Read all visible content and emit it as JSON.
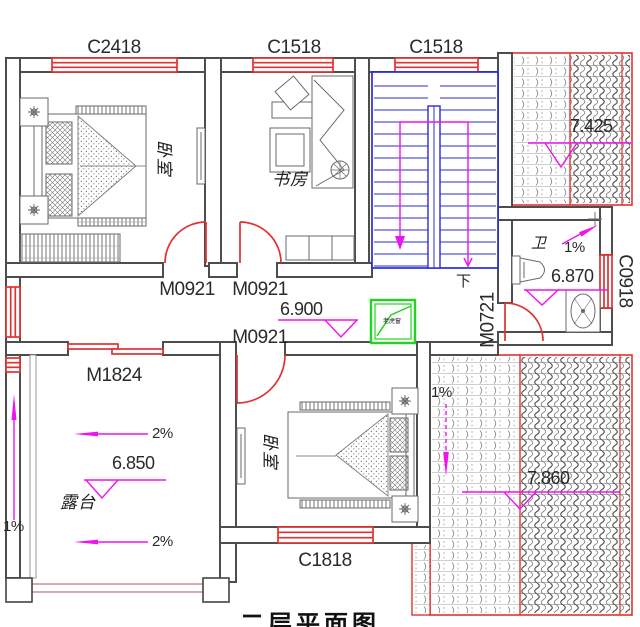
{
  "title": {
    "text": "二层平面图"
  },
  "rooms": {
    "bedroom1": "卧室",
    "study": "书房",
    "bedroom2": "卧室",
    "terrace": "露台",
    "bathroom": "卫"
  },
  "windows": {
    "c2418": "C2418",
    "c1518_study": "C1518",
    "c1518_stair": "C1518",
    "c1818": "C1818",
    "c0918": "C0918"
  },
  "doors": {
    "m0921_bedroom1": "M0921",
    "m0921_study": "M0921",
    "m0921_bedroom2": "M0921",
    "m1824_terrace": "M1824",
    "m0721_bath": "M0721"
  },
  "elevations": {
    "roof_upper": "7.425",
    "hallway": "6.900",
    "bathroom": "6.870",
    "terrace": "6.850",
    "roof_lower": "7.860"
  },
  "slopes": {
    "terrace_upper": "2%",
    "terrace_lower": "2%",
    "terrace_left": "1%",
    "roof_lower": "1%",
    "bathroom": "1%"
  },
  "stairs": {
    "down_label": "下"
  },
  "vent": {
    "label": "老虎窗"
  },
  "colors": {
    "wall": "#4d4d4d",
    "window_door_red": "#e03232",
    "stair_blue": "#2b2bd6",
    "annotation_magenta": "#ee14ee",
    "vent_green": "#21d421",
    "railing_pink": "#c98f8f",
    "tile_gray": "#8a8a8a"
  }
}
